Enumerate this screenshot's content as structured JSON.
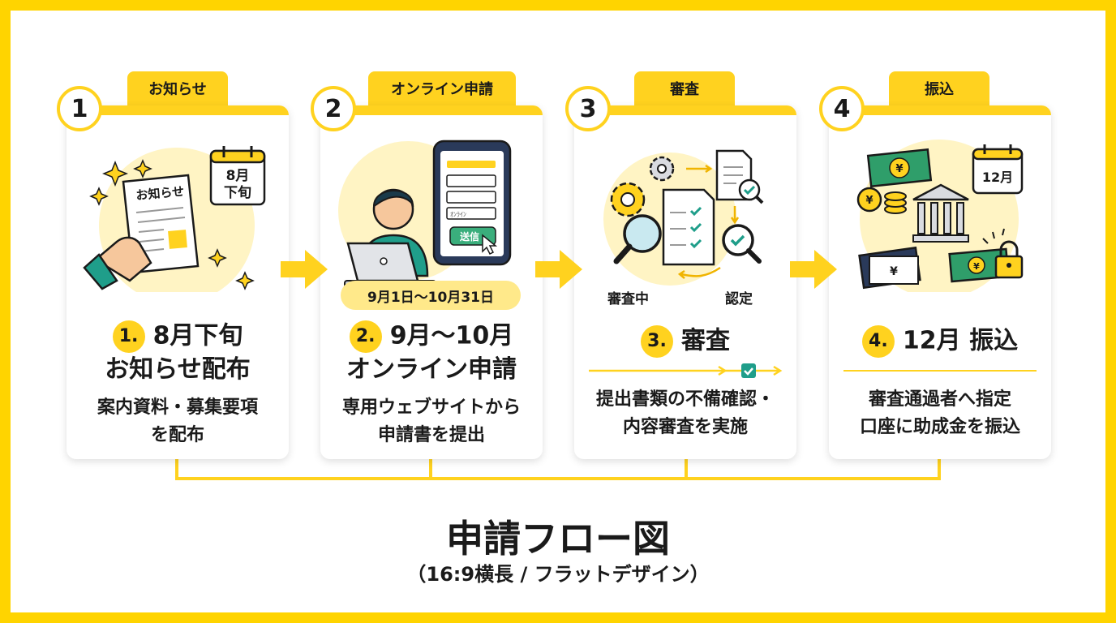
{
  "steps": [
    {
      "number": "1",
      "tab": "お知らせ",
      "badge": "1.",
      "heading_line1": "8月下旬",
      "heading_line2": "お知らせ配布",
      "desc_line1": "案内資料・募集要項",
      "desc_line2": "を配布",
      "illus": {
        "paper_label": "お知らせ",
        "calendar_line1": "8月",
        "calendar_line2": "下旬"
      }
    },
    {
      "number": "2",
      "tab": "オンライン申請",
      "badge": "2.",
      "heading_line1": "9月〜10月",
      "heading_line2": "オンライン申請",
      "desc_line1": "専用ウェブサイトから",
      "desc_line2": "申請書を提出",
      "illus": {
        "button_label": "送信",
        "form_text": "ｵﾝﾗｲﾝ"
      },
      "date_range": "9月1日〜10月31日"
    },
    {
      "number": "3",
      "tab": "審査",
      "badge": "3.",
      "heading": "審査",
      "desc_line1": "提出書類の不備確認・",
      "desc_line2": "内容審査を実施",
      "illus": {
        "label_left": "審査中",
        "label_right": "認定"
      }
    },
    {
      "number": "4",
      "tab": "振込",
      "badge": "4.",
      "heading": "12月 振込",
      "desc_line1": "審査通過者へ指定",
      "desc_line2": "口座に助成金を振込",
      "illus": {
        "calendar_label": "12月",
        "currency": "¥"
      }
    }
  ],
  "title": "申請フロー図",
  "subtitle": "（16:9横長 / フラットデザイン）",
  "colors": {
    "accent": "#FFD21F",
    "border": "#FFD400",
    "teal": "#1F9E8A",
    "dark": "#1a1a1a",
    "cream": "#FFF4C4",
    "money": "#2F9E6A"
  }
}
